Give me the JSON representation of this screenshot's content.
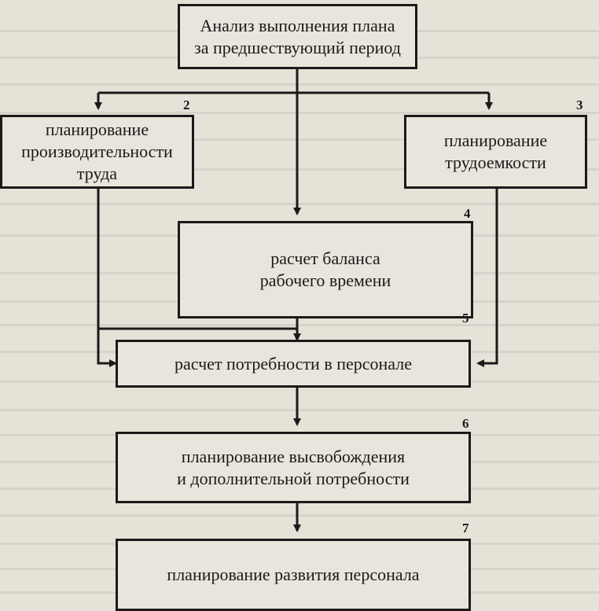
{
  "boxes": {
    "b1": {
      "label": "Анализ выполнения плана\nза предшествующий период"
    },
    "b2": {
      "label": "планирование\nпроизводительности\nтруда",
      "number": "2"
    },
    "b3": {
      "label": "планирование\nтрудоемкости",
      "number": "3"
    },
    "b4": {
      "label": "расчет баланса\nрабочего времени",
      "number": "4"
    },
    "b5": {
      "label": "расчет потребности в персонале",
      "number": "5"
    },
    "b6": {
      "label": "планирование высвобождения\nи дополнительной потребности",
      "number": "6"
    },
    "b7": {
      "label": "планирование развития персонала",
      "number": "7"
    }
  },
  "colors": {
    "ink": "#1a1a1a",
    "paper": "#e6e2d8",
    "box_fill": "#e9e5dc"
  }
}
